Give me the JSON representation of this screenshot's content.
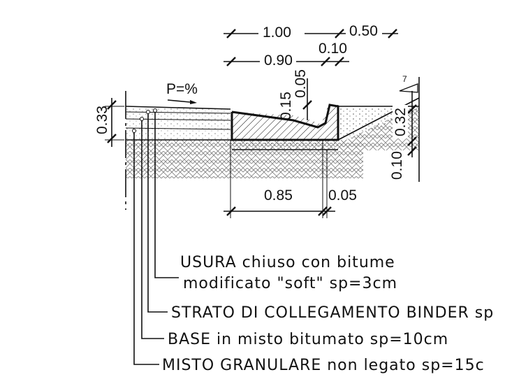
{
  "dimensions": {
    "top_width": "1.00",
    "top_right": "0.50",
    "kerb_width": "0.90",
    "kerb_top": "0.10",
    "kerb_slope": "0.05",
    "kerb_height": "0.15",
    "slope": "P=%",
    "pavement_depth": "0.33",
    "right_depth": "0.32",
    "right_base": "0.10",
    "bottom_width": "0.85",
    "bottom_small": "0.05",
    "slope_mark": "7"
  },
  "layers": [
    {
      "text": "USURA chiuso con bitume",
      "text2": "modificato \"soft\" sp=3cm"
    },
    {
      "text": "STRATO DI COLLEGAMENTO BINDER sp"
    },
    {
      "text": "BASE in misto bitumato sp=10cm"
    },
    {
      "text": "MISTO GRANULARE non legato sp=15c"
    }
  ]
}
